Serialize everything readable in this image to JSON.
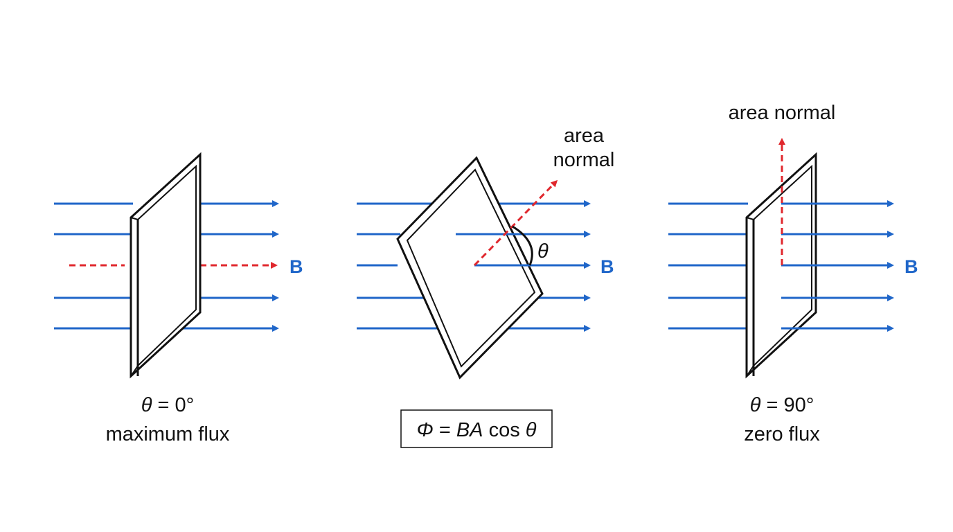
{
  "colors": {
    "field": "#1f66c9",
    "normal": "#e0282e",
    "plate": "#111111"
  },
  "panels": [
    {
      "field_label": "B",
      "normal_label_lines": [],
      "angle_line": {
        "symbol": "θ",
        "rest": " = 0°"
      },
      "caption": "maximum flux",
      "angle_marker": ""
    },
    {
      "field_label": "B",
      "normal_label_lines": [
        "area",
        "normal"
      ],
      "angle_marker": "θ",
      "formula": {
        "phi": "Φ",
        "eq": " = ",
        "ba": "BA",
        "cos": " cos ",
        "theta": "θ"
      }
    },
    {
      "field_label": "B",
      "normal_label_lines": [
        "area normal"
      ],
      "angle_line": {
        "symbol": "θ",
        "rest": " = 90°"
      },
      "caption": "zero flux",
      "angle_marker": ""
    }
  ]
}
